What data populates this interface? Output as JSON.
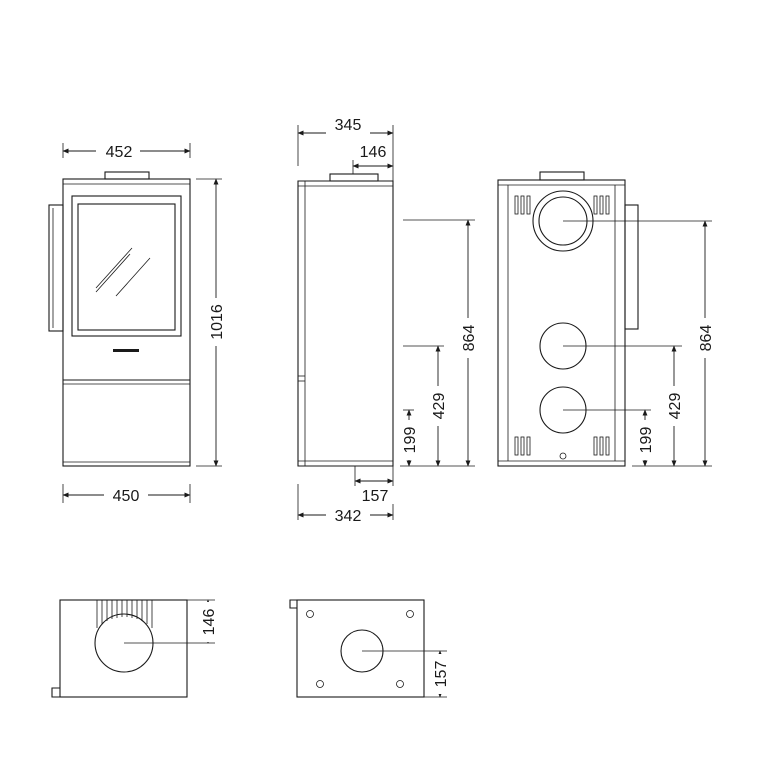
{
  "colors": {
    "line": "#1a1a1a",
    "background": "#ffffff"
  },
  "front_view": {
    "width_top": "452",
    "width_bottom": "450",
    "height": "1016"
  },
  "side_view": {
    "depth_top": "345",
    "flue_offset_top": "146",
    "depth_bottom": "342",
    "foot_offset": "157",
    "height_rear_outlet": "864",
    "height_middle_outlet": "429",
    "height_lower_outlet": "199"
  },
  "rear_view": {
    "height_rear_outlet": "864",
    "height_middle_outlet": "429",
    "height_lower_outlet": "199"
  },
  "top_view": {
    "flue_offset": "146"
  },
  "bottom_view": {
    "air_inlet_offset": "157"
  }
}
